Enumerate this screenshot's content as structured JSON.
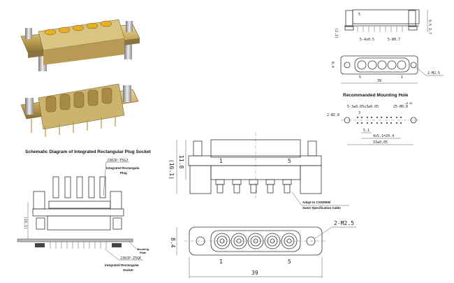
{
  "photos": {
    "alt1": "connector-photo-top",
    "alt2": "connector-photo-bottom"
  },
  "top_right": {
    "side_pin_label": "5",
    "height_dim": "9.5",
    "lower_dim": "2.7",
    "left_dim": "(2.2)",
    "pin_dim1": "5-4x0.5",
    "pin_dim2": "5-Ø0.7",
    "width_dim": "8.4",
    "pin_left": "5",
    "pin_right": "1",
    "length_dim": "39",
    "thread": "2-M2.5"
  },
  "mounting_hole": {
    "title": "Recommanded Mounting Hole",
    "dim_grid": "5-3±0.05x3±0.05",
    "dim_holes": "25-Ø0.8",
    "dim_tol": "+0.05",
    "dim_mount": "2-Ø2.8",
    "dim_small": "3",
    "dim_pitch": "5.1",
    "dim_span": "4x5.1=20.4",
    "dim_total": "33±0.05"
  },
  "schematic": {
    "title": "Schematic Diagram of Integrated Rectangular Plug Socket",
    "plug_code": "J30JP-T5GJ",
    "plug_label_1": "Integrated Rectangula",
    "plug_label_2": "Plug",
    "height_dim": "(16.1)",
    "plate_label_1": "Mounting",
    "plate_label_2": "Plate",
    "socket_code": "J30JP-Z5GK",
    "socket_label_1": "Integrated Rectangular",
    "socket_label_2": "Socket"
  },
  "center": {
    "height_total": "(16.1)",
    "height_body": "11.8",
    "pin_1": "1",
    "pin_5": "5",
    "cable_note_1": "Adapt to CXN3506/",
    "cable_note_2": "Same Specification Cable",
    "width_dim": "8.4",
    "thread": "2-M2.5",
    "bottom_pin_1": "1",
    "bottom_pin_5": "5",
    "length_dim": "39"
  }
}
